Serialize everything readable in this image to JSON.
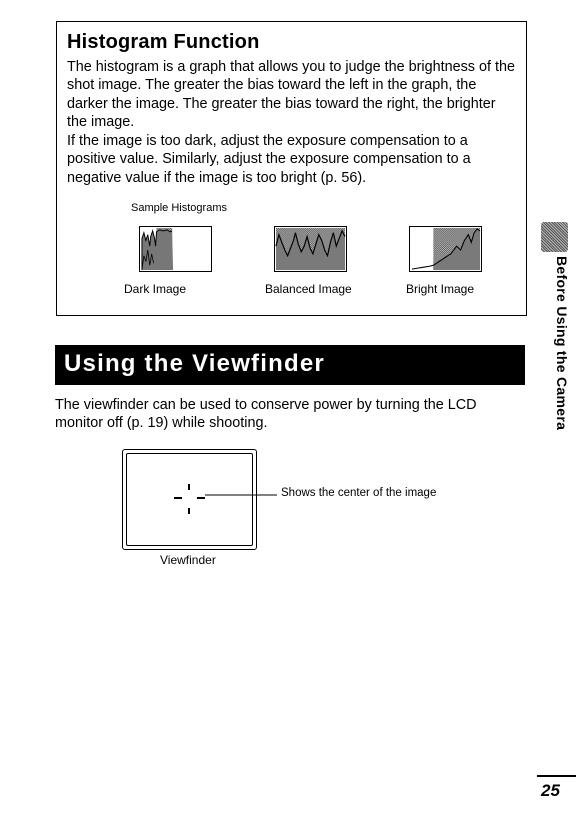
{
  "histogram_box": {
    "title": "Histogram Function",
    "paragraph1": "The histogram is a graph that allows you to judge the brightness of the shot image. The greater the bias toward the left in the graph, the darker the image. The greater the bias toward the right, the brighter the image.",
    "paragraph2": "If the image is too dark, adjust the exposure compensation to a positive value. Similarly, adjust the exposure compensation to a negative value if the image is too bright (p. 56).",
    "samples_title": "Sample Histograms",
    "samples": [
      {
        "caption": "Dark Image"
      },
      {
        "caption": "Balanced Image"
      },
      {
        "caption": "Bright Image"
      }
    ]
  },
  "section": {
    "title": "Using the Viewfinder",
    "body": "The viewfinder can be used to conserve power by turning the LCD monitor off (p. 19) while shooting.",
    "diagram": {
      "callout": "Shows the center of the image",
      "caption": "Viewfinder"
    }
  },
  "side_tab": {
    "label": "Before Using the Camera"
  },
  "page_number": "25"
}
